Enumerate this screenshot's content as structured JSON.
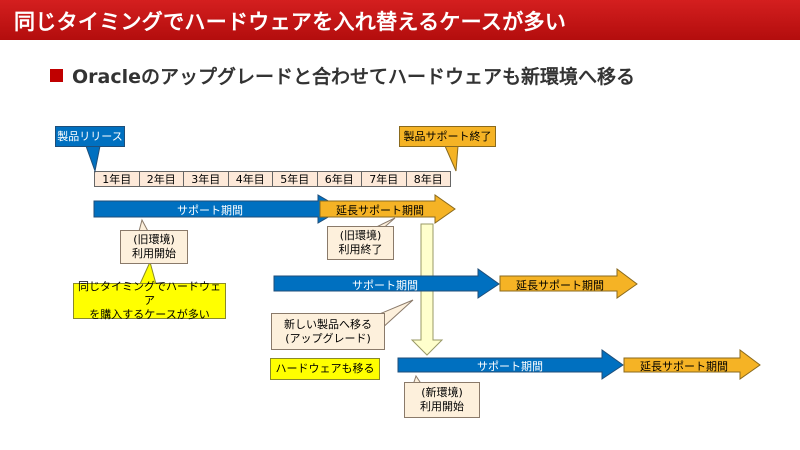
{
  "header": {
    "title": "同じタイミングでハードウェアを入れ替えるケースが多い"
  },
  "subtitle": "Oracleのアップグレードと合わせてハードウェアも新環境へ移る",
  "timeline": {
    "years": [
      "1年目",
      "2年目",
      "3年目",
      "4年目",
      "5年目",
      "6年目",
      "7年目",
      "8年目"
    ]
  },
  "callouts": {
    "release": "製品リリース",
    "support_end": "製品サポート終了",
    "old_start_1": "(旧環境)",
    "old_start_2": "利用開始",
    "old_end_1": "(旧環境)",
    "old_end_2": "利用終了",
    "hw_buy_1": "同じタイミングでハードウェア",
    "hw_buy_2": "を購入するケースが多い",
    "move_new_1": "新しい製品へ移る",
    "move_new_2": "(アップグレード)",
    "hw_move": "ハードウェアも移る",
    "new_start_1": "(新環境)",
    "new_start_2": "利用開始"
  },
  "arrows": {
    "support": "サポート期間",
    "extended": "延長サポート期間"
  },
  "colors": {
    "header_red": "#c00000",
    "blue": "#0070c0",
    "orange": "#f5b325",
    "callout_blue": "#0070c0",
    "callout_orange": "#f5b325",
    "callout_yellow": "#ffff00",
    "callout_beige": "#fdf0dc"
  }
}
